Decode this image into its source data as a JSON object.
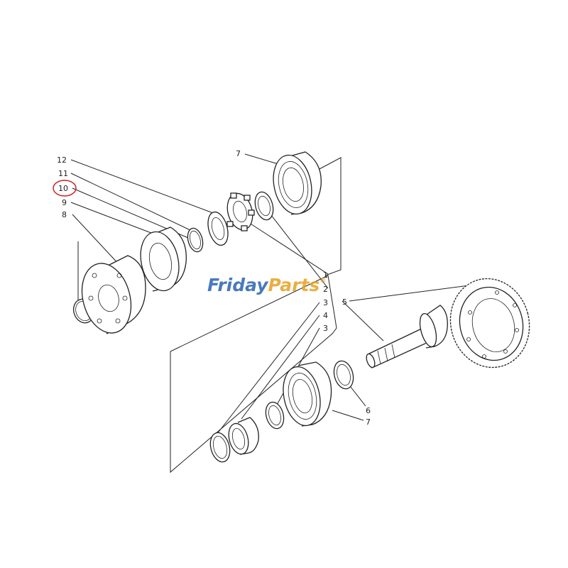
{
  "diagram": {
    "callouts": {
      "c12": "12",
      "c11": "11",
      "c10": "10",
      "c9": "9",
      "c8": "8",
      "c7_top": "7",
      "c1": "1",
      "c2": "2",
      "c3_a": "3",
      "c4": "4",
      "c3_b": "3",
      "c5": "5",
      "c6": "6",
      "c7_bottom": "7"
    },
    "highlighted_callout": "10",
    "highlight_color": "#cc2222"
  },
  "watermark": {
    "part1": "Friday",
    "part2": "Parts",
    "registered": "®",
    "color_blue": "#2a63b0",
    "color_orange": "#e8a020"
  }
}
